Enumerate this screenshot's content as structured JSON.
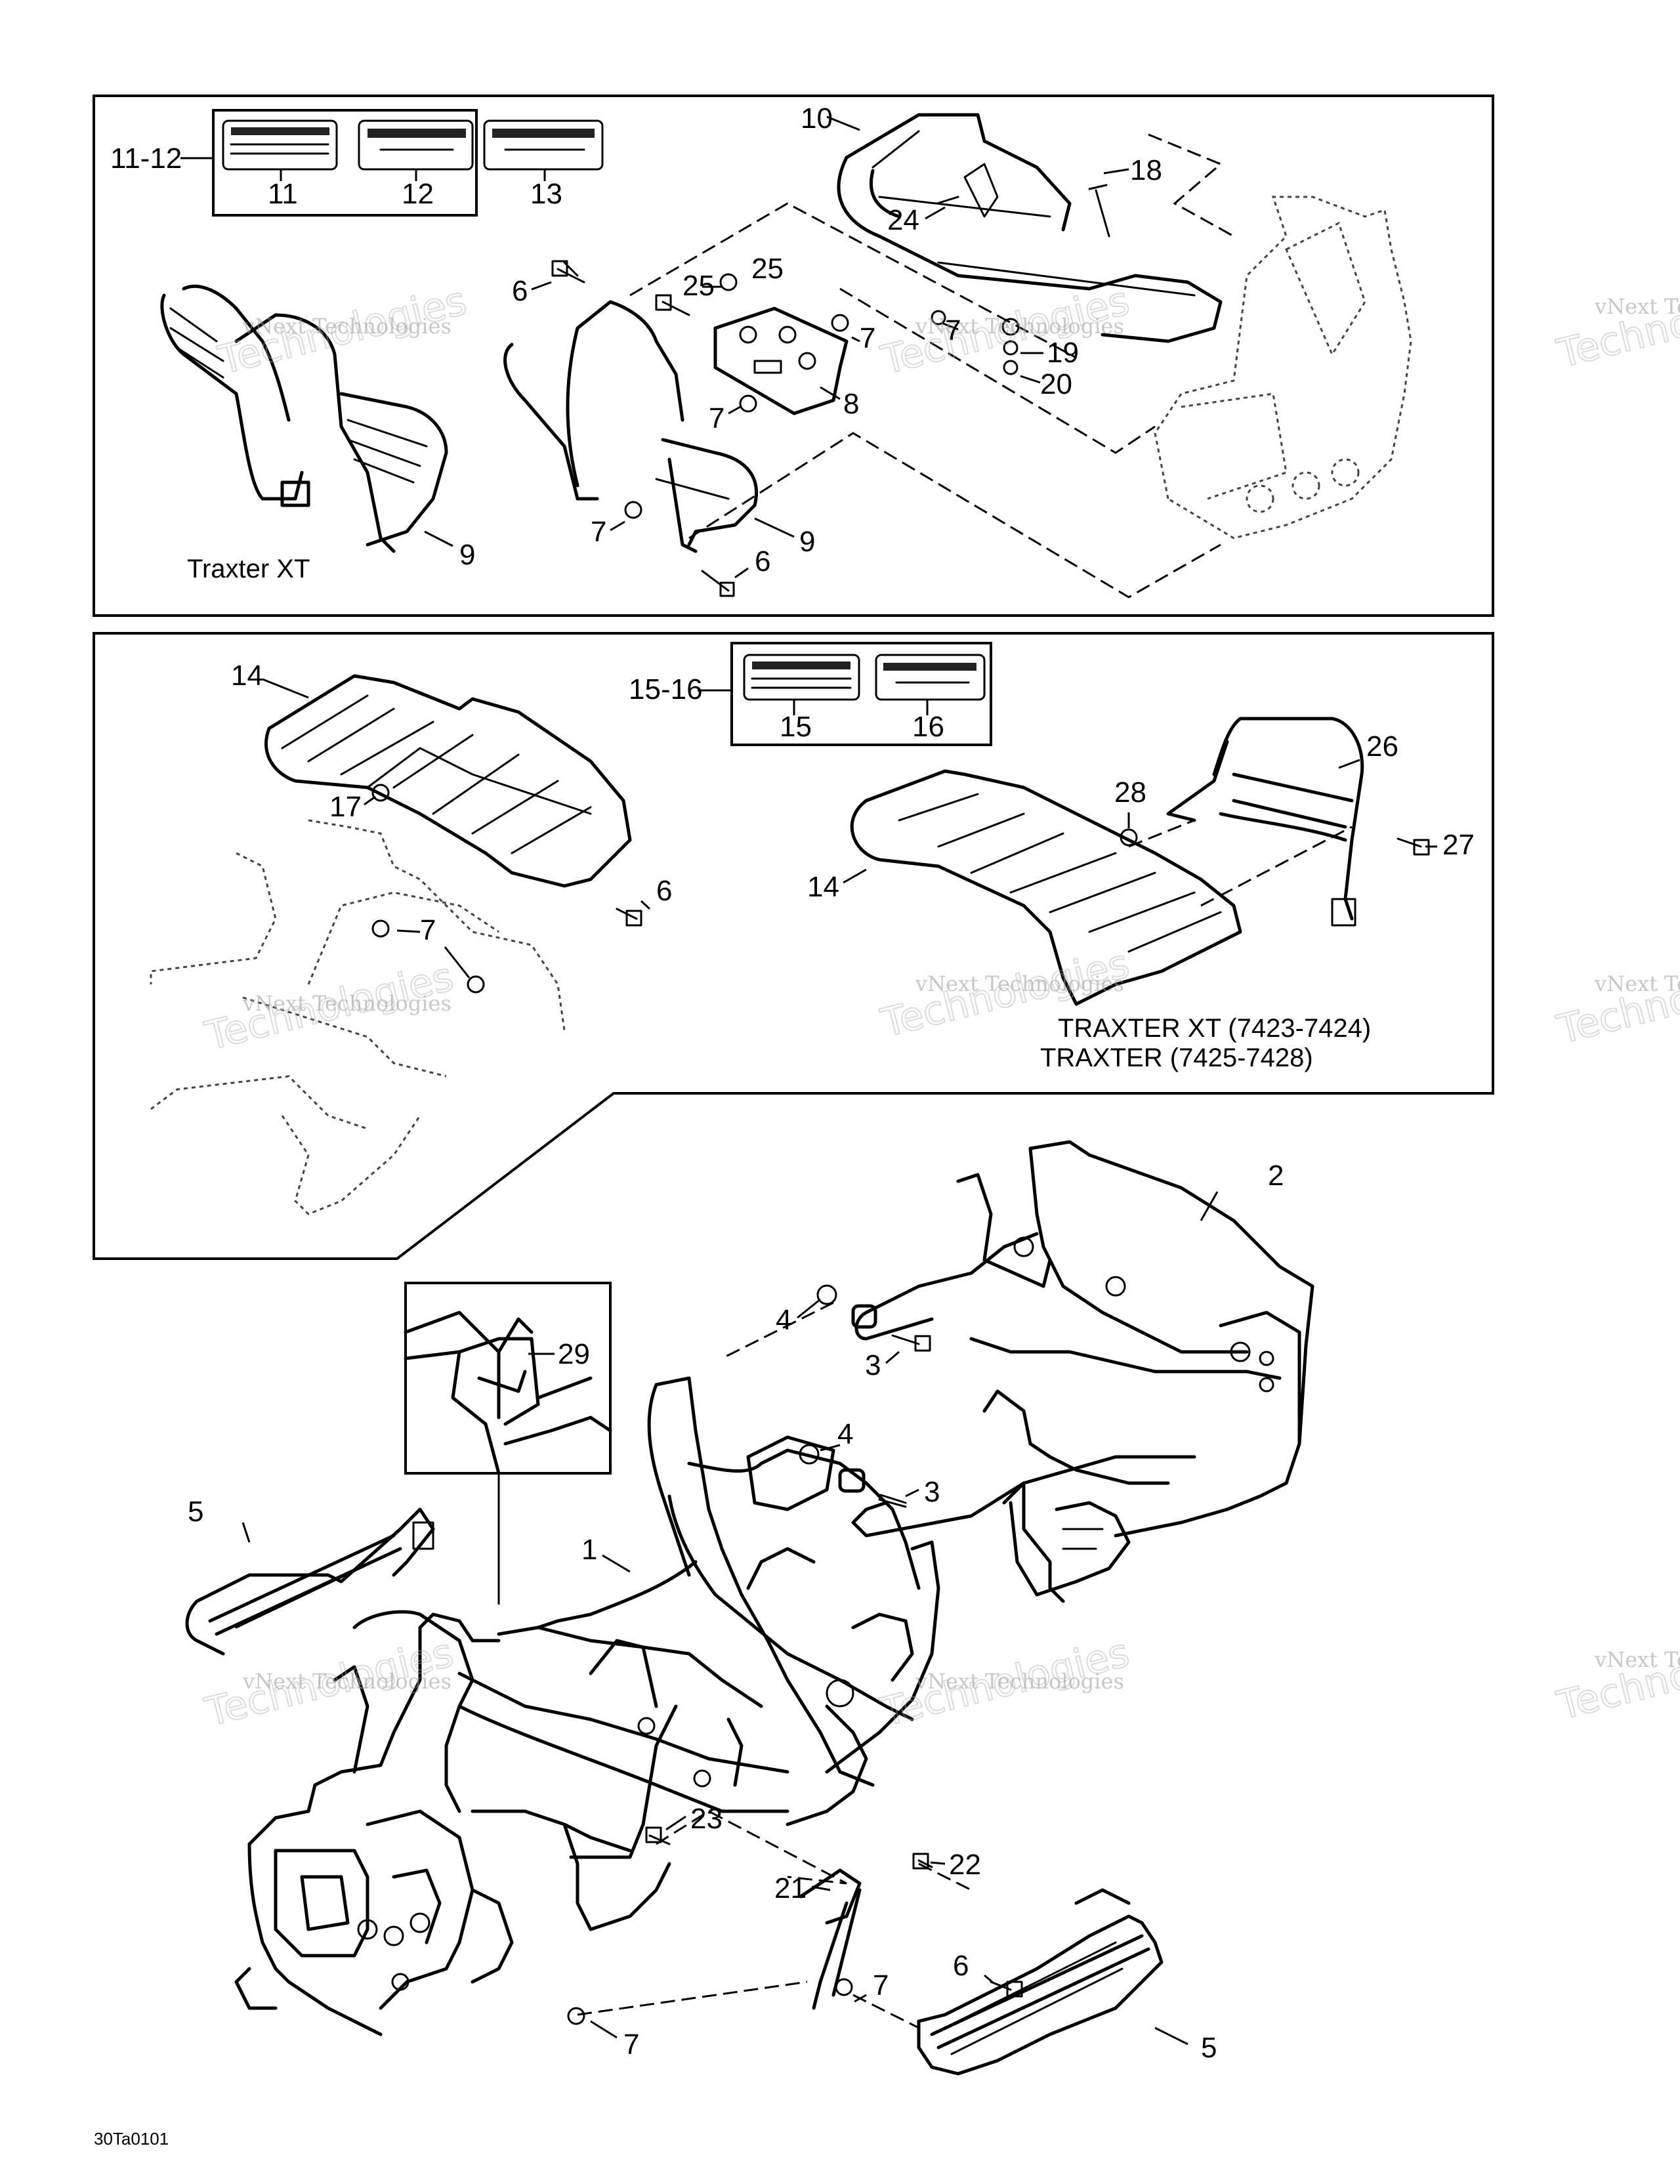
{
  "callouts": {
    "c11_12": "11-12",
    "c11": "11",
    "c12": "12",
    "c13": "13",
    "c10": "10",
    "c18": "18",
    "c24": "24",
    "c6a": "6",
    "c25a": "25",
    "c25b": "25",
    "c7a": "7",
    "c7b": "7",
    "c19": "19",
    "c20": "20",
    "c8": "8",
    "c7c": "7",
    "c7d": "7",
    "c9a": "9",
    "c9b": "9",
    "c6b": "6",
    "c14a": "14",
    "c15_16": "15-16",
    "c15": "15",
    "c16": "16",
    "c17": "17",
    "c6c": "6",
    "c7e": "7",
    "c26": "26",
    "c28": "28",
    "c27": "27",
    "c14b": "14",
    "c2": "2",
    "c4a": "4",
    "c3a": "3",
    "c29": "29",
    "c4b": "4",
    "c3b": "3",
    "c5a": "5",
    "c1": "1",
    "c23": "23",
    "c22": "22",
    "c21": "21",
    "c7f": "7",
    "c6d": "6",
    "c7g": "7",
    "c5b": "5"
  },
  "captions": {
    "traxter_xt": "Traxter XT",
    "model_line1": "TRAXTER XT (7423-7424)",
    "model_line2": "TRAXTER (7425-7428)"
  },
  "watermark": {
    "line1": "vNext Technologies",
    "line2": "Technologies"
  },
  "figure_code": "30Ta0101"
}
